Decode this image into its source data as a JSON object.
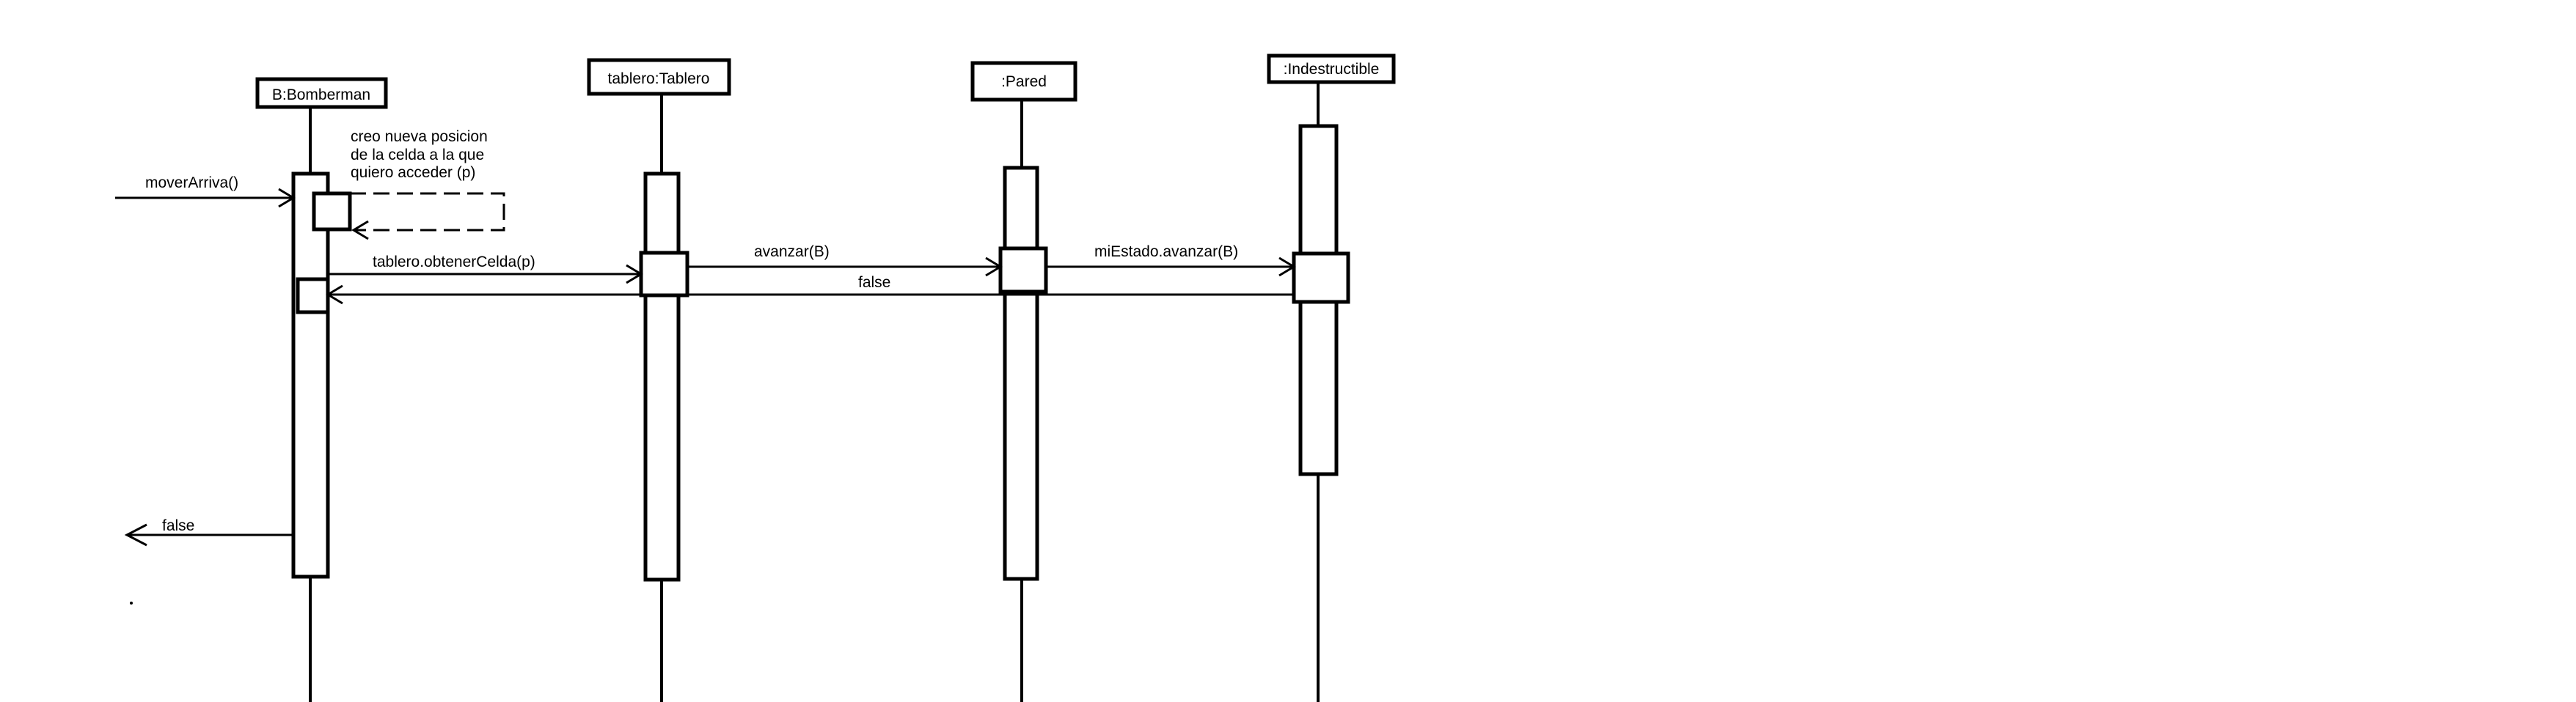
{
  "participants": {
    "bomberman": "B:Bomberman",
    "tablero": "tablero:Tablero",
    "pared": ":Pared",
    "indestructible": ":Indestructible"
  },
  "messages": {
    "mover_arriva": "moverArriva()",
    "self_note": [
      "creo nueva posicion",
      "de la celda a la que",
      "quiero acceder (p)"
    ],
    "obtener_celda": "tablero.obtenerCelda(p)",
    "avanzar": "avanzar(B)",
    "mi_estado_avanzar": "miEstado.avanzar(B)",
    "false_return": "false",
    "false_final": "false"
  }
}
